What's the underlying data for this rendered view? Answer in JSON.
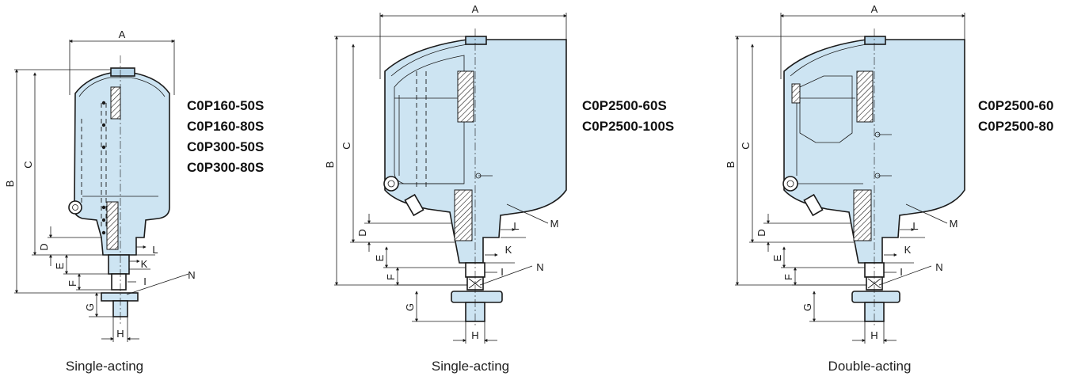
{
  "colors": {
    "tank_fill": "#cde4f2",
    "tank_fill_dark": "#b7d5e9",
    "line": "#1a1a1a"
  },
  "drawings": [
    {
      "caption": "Single-acting",
      "models": [
        "C0P160-50S",
        "C0P160-80S",
        "C0P300-50S",
        "C0P300-80S"
      ],
      "dims": {
        "A": "A",
        "B": "B",
        "C": "C",
        "D": "D",
        "E": "E",
        "F": "F",
        "G": "G",
        "H": "H",
        "I": "I",
        "K": "K",
        "L": "L",
        "N": "N"
      }
    },
    {
      "caption": "Single-acting",
      "models": [
        "C0P2500-60S",
        "C0P2500-100S"
      ],
      "dims": {
        "A": "A",
        "B": "B",
        "C": "C",
        "D": "D",
        "E": "E",
        "F": "F",
        "G": "G",
        "H": "H",
        "I": "I",
        "K": "K",
        "L": "L",
        "M": "M",
        "N": "N"
      }
    },
    {
      "caption": "Double-acting",
      "models": [
        "C0P2500-60",
        "C0P2500-80"
      ],
      "dims": {
        "A": "A",
        "B": "B",
        "C": "C",
        "D": "D",
        "E": "E",
        "F": "F",
        "G": "G",
        "H": "H",
        "I": "I",
        "K": "K",
        "L": "L",
        "M": "M",
        "N": "N"
      }
    }
  ]
}
